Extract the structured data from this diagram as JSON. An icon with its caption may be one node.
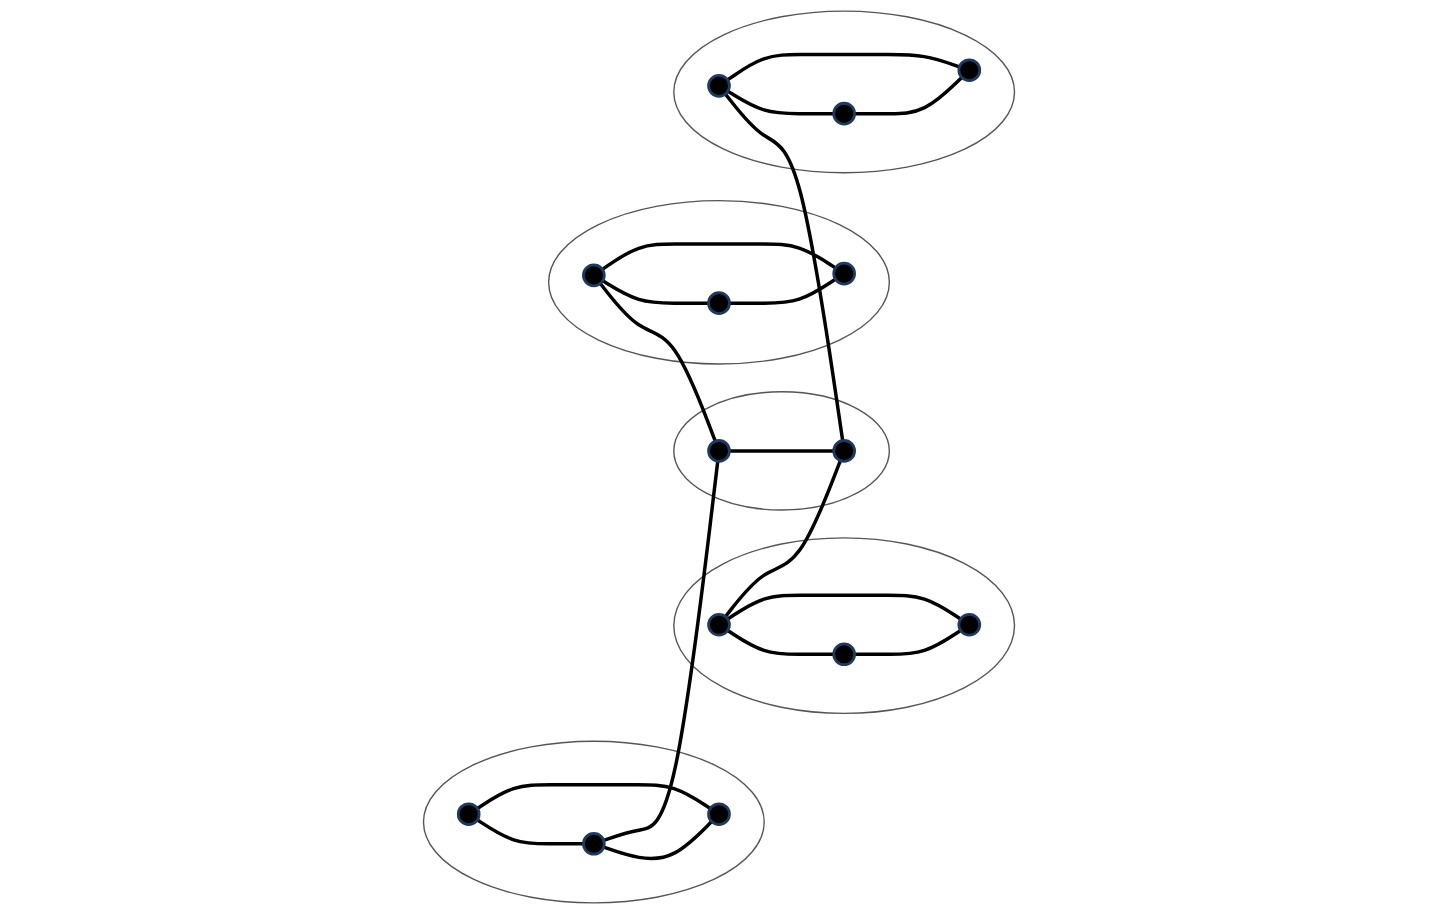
{
  "diagram": {
    "nodes": [
      {
        "text": [],
        "shape": "ellipse"
      },
      {
        "text": [],
        "shape": "circle",
        "in": 0
      },
      {
        "text": [],
        "shape": "circle",
        "in": 0
      },
      {
        "text": [],
        "shape": "circle",
        "in": 0
      },
      {
        "text": [],
        "shape": "ellipse"
      },
      {
        "text": [],
        "shape": "circle",
        "in": 4
      },
      {
        "text": [],
        "shape": "circle",
        "in": 4
      },
      {
        "text": [],
        "shape": "circle",
        "in": 4
      },
      {
        "text": [],
        "shape": "ellipse"
      },
      {
        "text": [],
        "shape": "circle",
        "in": 8
      },
      {
        "text": [],
        "shape": "circle",
        "in": 8
      },
      {
        "text": [],
        "shape": "ellipse"
      },
      {
        "text": [],
        "shape": "circle",
        "in": 11
      },
      {
        "text": [],
        "shape": "circle",
        "in": 11
      },
      {
        "text": [],
        "shape": "circle",
        "in": 11
      },
      {
        "text": [],
        "shape": "ellipse"
      },
      {
        "text": [],
        "shape": "circle",
        "in": 15
      },
      {
        "text": [],
        "shape": "circle",
        "in": 15
      },
      {
        "text": [],
        "shape": "circle",
        "in": 15
      }
    ],
    "edges": [
      {
        "from": 1,
        "to": 2,
        "arrow": "none"
      },
      {
        "from": 1,
        "to": 3,
        "arrow": "none"
      },
      {
        "from": 2,
        "to": 3,
        "arrow": "none"
      },
      {
        "from": 2,
        "to": 9,
        "arrow": "none"
      },
      {
        "from": 6,
        "to": 5,
        "arrow": "none"
      },
      {
        "from": 5,
        "to": 7,
        "arrow": "none"
      },
      {
        "from": 6,
        "to": 7,
        "arrow": "none"
      },
      {
        "from": 6,
        "to": 10,
        "arrow": "none"
      },
      {
        "from": 9,
        "to": 10,
        "arrow": "none"
      },
      {
        "from": 12,
        "to": 9,
        "arrow": "none"
      },
      {
        "from": 12,
        "to": 13,
        "arrow": "none"
      },
      {
        "from": 12,
        "to": 14,
        "arrow": "none"
      },
      {
        "from": 13,
        "to": 14,
        "arrow": "none"
      },
      {
        "from": 16,
        "to": 10,
        "arrow": "none"
      },
      {
        "from": 16,
        "to": 17,
        "arrow": "none"
      },
      {
        "from": 17,
        "to": 18,
        "arrow": "none"
      },
      {
        "from": 16,
        "to": 18,
        "arrow": "none"
      }
    ]
  }
}
